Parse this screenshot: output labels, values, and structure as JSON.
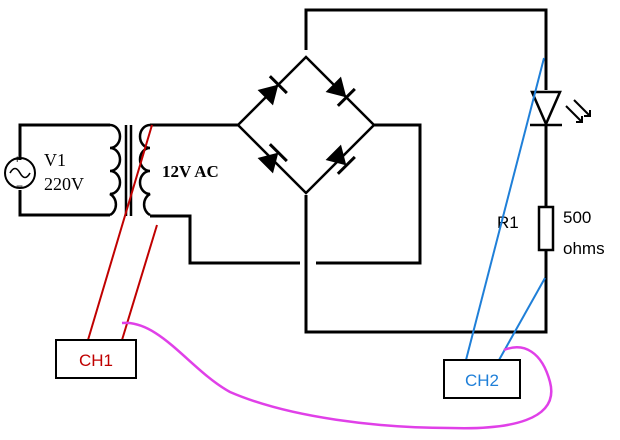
{
  "source": {
    "name": "V1",
    "voltage": "220V"
  },
  "transformer": {
    "secondary_label": "12V AC"
  },
  "resistor": {
    "name": "R1",
    "value_line1": "500",
    "value_line2": "ohms"
  },
  "scope": {
    "ch1": {
      "label": "CH1",
      "color": "#c00000"
    },
    "ch2": {
      "label": "CH2",
      "color": "#1f7fd8"
    }
  },
  "colors": {
    "wire": "#000000",
    "ground_jumper": "#e040e8"
  },
  "icons": [
    "ac-source-icon",
    "transformer-icon",
    "diode-icon",
    "led-icon",
    "resistor-icon"
  ]
}
